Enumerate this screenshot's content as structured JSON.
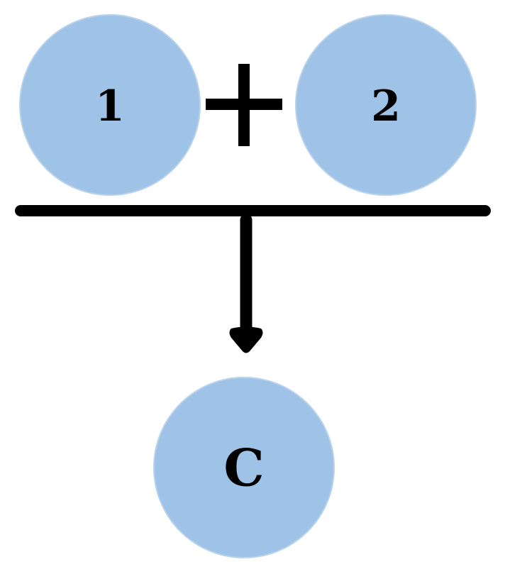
{
  "nodes": {
    "input_1": {
      "label": "1"
    },
    "input_2": {
      "label": "2"
    },
    "output": {
      "label": "C"
    }
  },
  "operator": {
    "symbol": "+"
  },
  "colors": {
    "node_fill": "#9fc3e6",
    "node_stroke": "#b9d2ec",
    "line": "#000000",
    "background": "#ffffff"
  },
  "icons": {
    "operator": "plus-icon",
    "flow": "arrow-down-icon"
  }
}
